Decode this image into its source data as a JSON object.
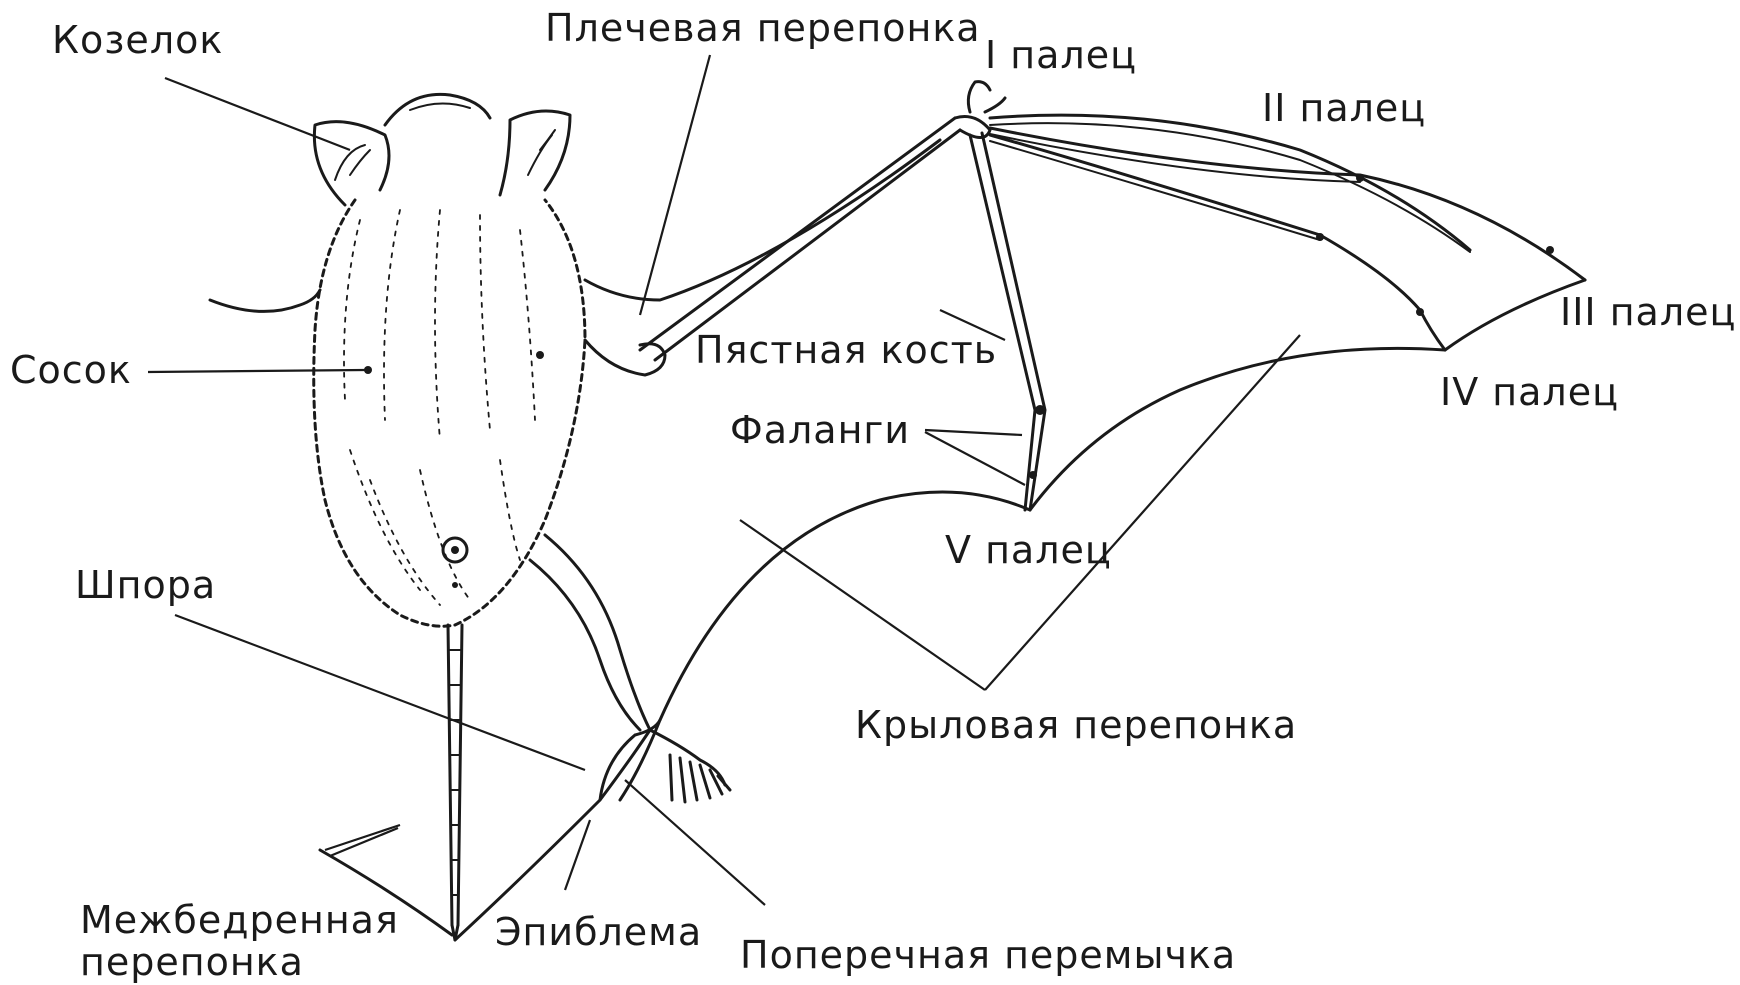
{
  "labels": {
    "kozelok": "Козелок",
    "plechevaya": "Плечевая перепонка",
    "palec1": "I палец",
    "palec2": "II палец",
    "palec3": "III палец",
    "palec4": "IV палец",
    "palec5": "V палец",
    "sosok": "Сосок",
    "pyastnaya": "Пястная кость",
    "falangi": "Фаланги",
    "shpora": "Шпора",
    "krylovaya": "Крыловая перепонка",
    "mezhbedr_1": "Межбедренная",
    "mezhbedr_2": "перепонка",
    "epiblema": "Эпиблема",
    "poperechnaya": "Поперечная перемычка"
  }
}
